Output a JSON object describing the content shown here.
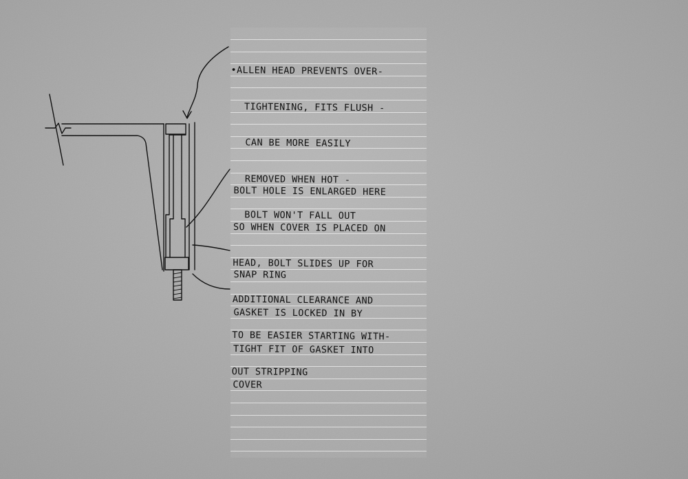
{
  "colors": {
    "ink": "#111111",
    "paper": "#a8a8a8",
    "rule": "#f2f2f2"
  },
  "notes": {
    "allen_head": [
      "•ALLEN HEAD PREVENTS OVER-",
      "TIGHTENING, FITS FLUSH -",
      "CAN BE MORE EASILY",
      "REMOVED WHEN HOT -",
      "BOLT WON'T FALL OUT"
    ],
    "bolt_hole": [
      "BOLT HOLE IS ENLARGED HERE",
      "SO WHEN COVER IS PLACED ON",
      "HEAD, BOLT SLIDES UP FOR",
      "ADDITIONAL CLEARANCE AND",
      "TO BE EASIER STARTING WITH-",
      "OUT STRIPPING"
    ],
    "snap_ring": [
      "SNAP RING"
    ],
    "gasket": [
      "GASKET IS LOCKED IN BY",
      "TIGHT FIT OF GASKET INTO",
      "COVER"
    ]
  }
}
